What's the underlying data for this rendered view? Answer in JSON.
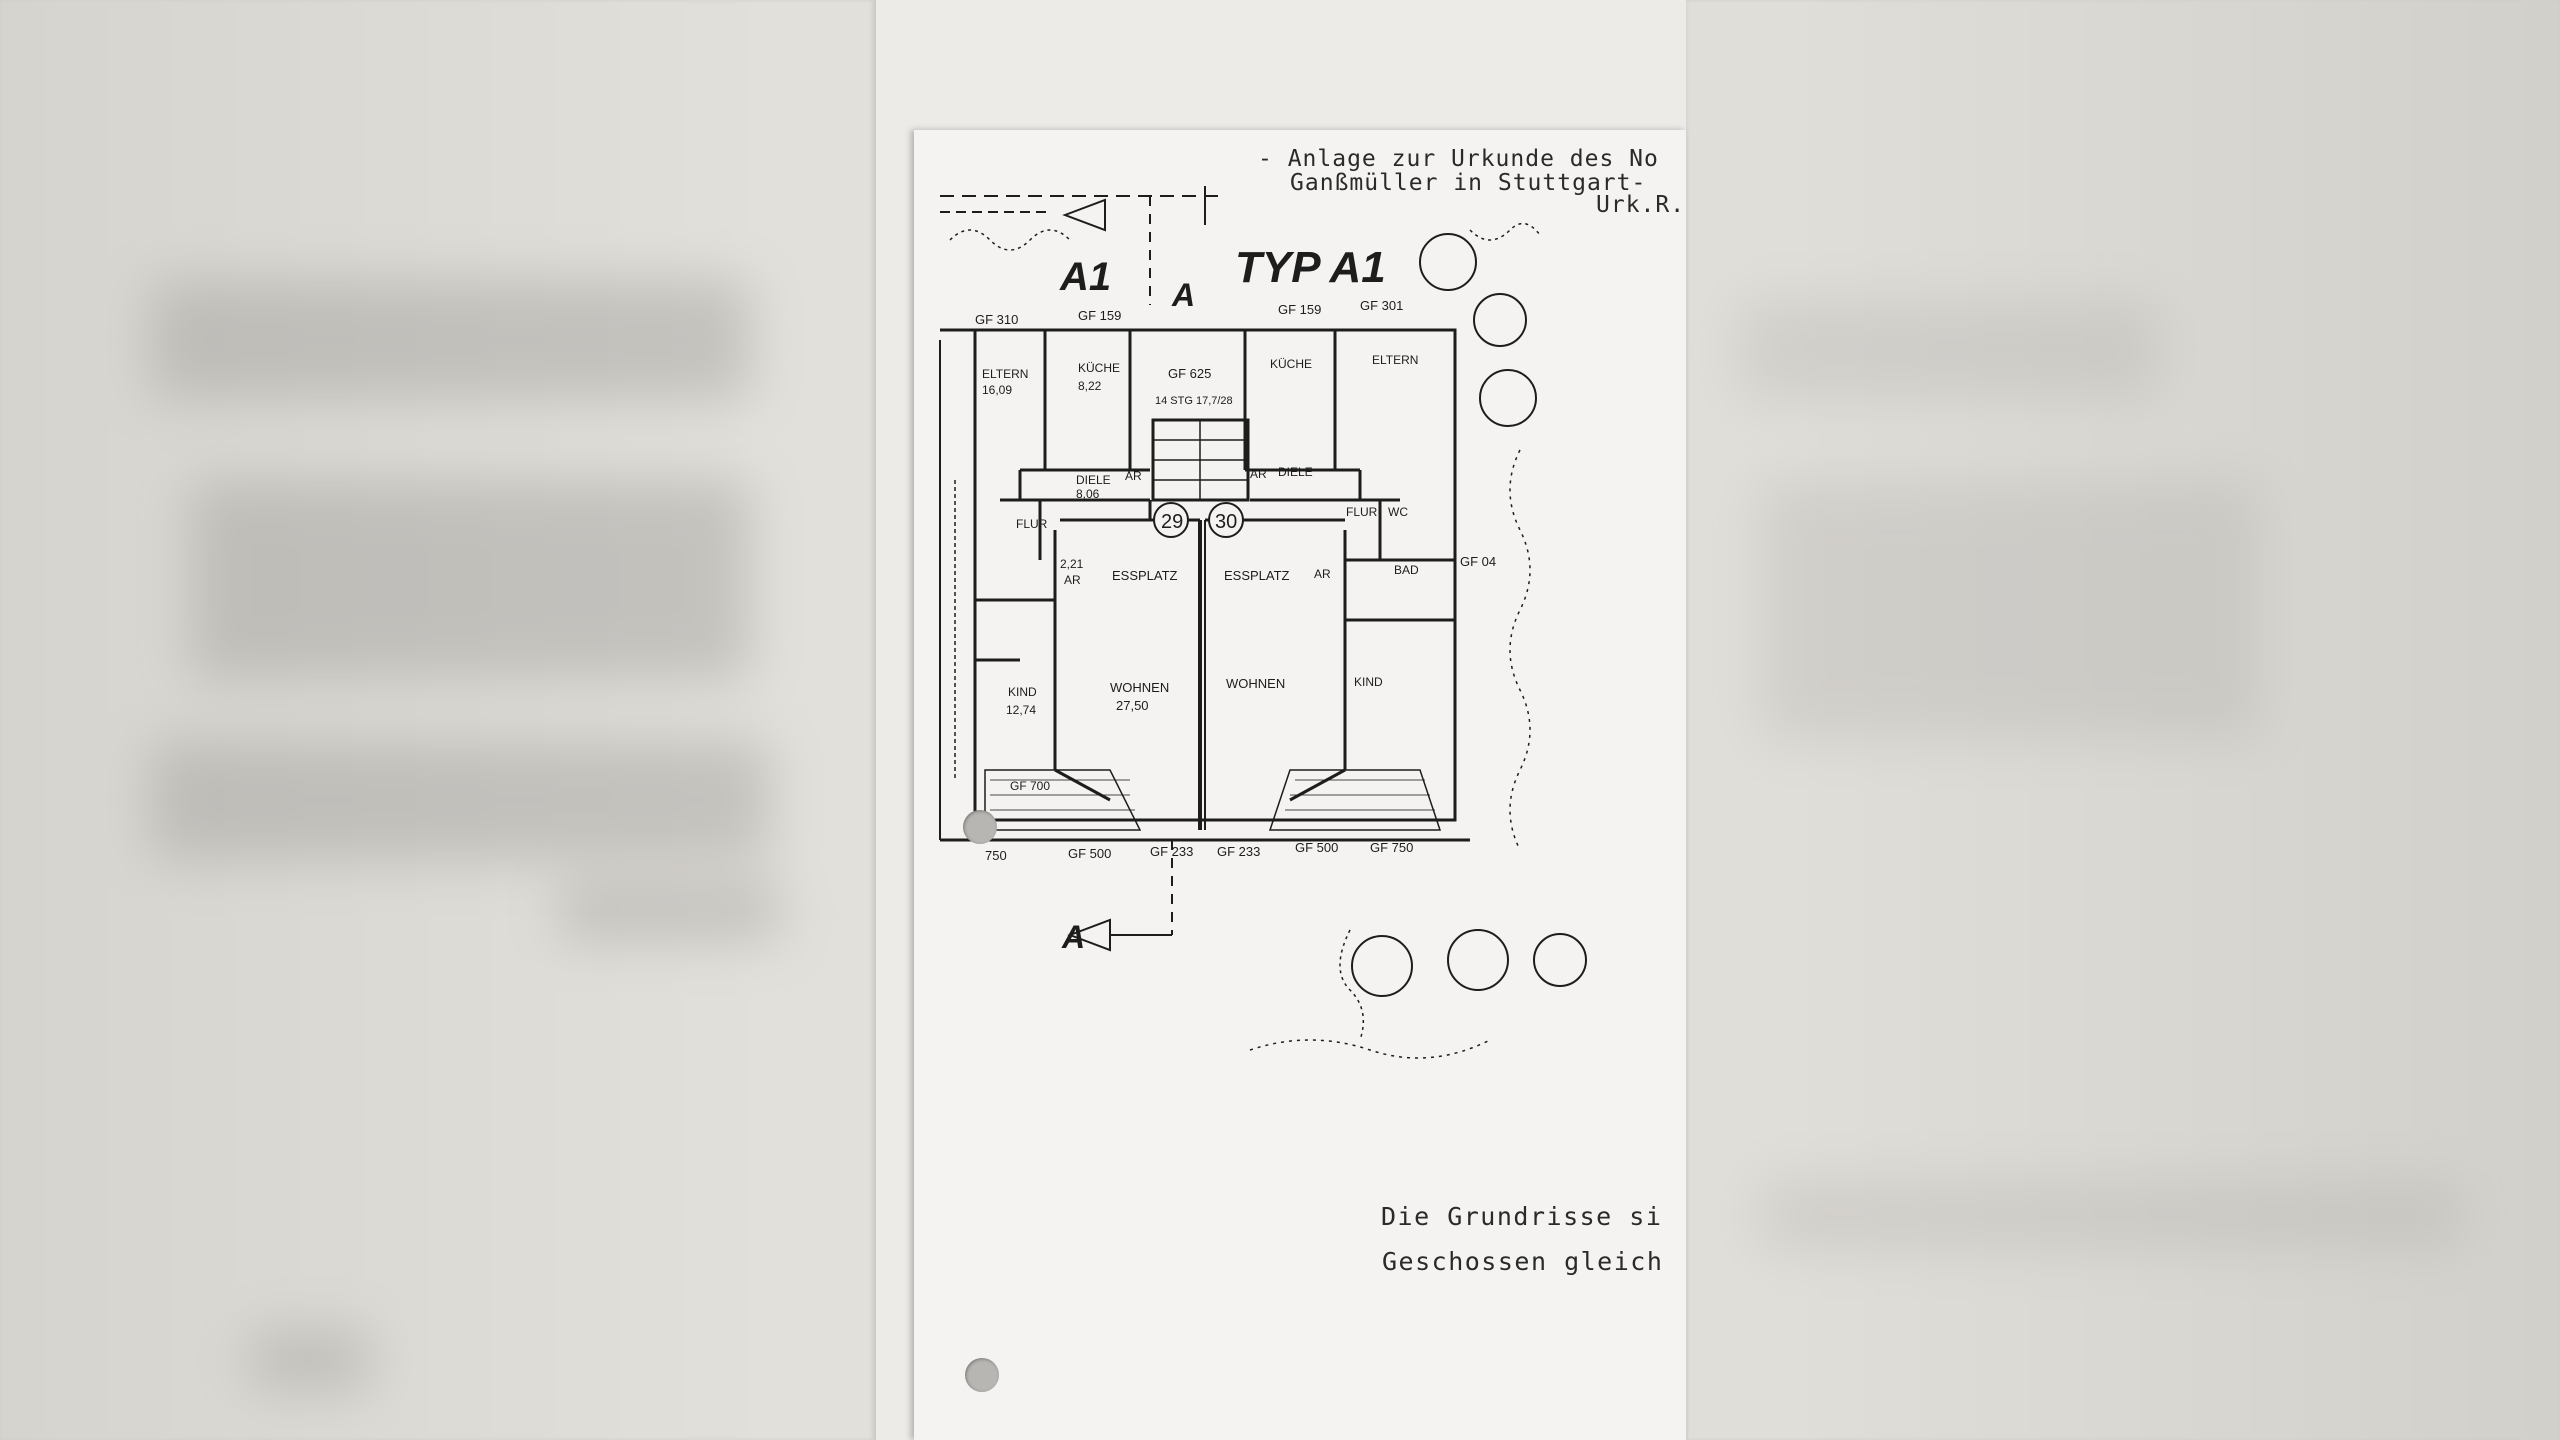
{
  "header": {
    "line1": "- Anlage zur Urkunde des No",
    "line2": "Ganßmüller in Stuttgart-",
    "line3": "Urk.R."
  },
  "plan": {
    "title": "TYP A1",
    "section_mark_left": "A1",
    "section_mark_top": "A",
    "section_mark_bottom": "A",
    "gf_labels": [
      "GF 310",
      "GF 159",
      "GF 625",
      "GF 159",
      "GF 301",
      "GF 700",
      "GF 500",
      "GF 233",
      "GF 233",
      "GF 500",
      "GF 750",
      "GF 04"
    ],
    "dim_bottom_left": "750",
    "stair_note": "14 STG 17,7/28",
    "unit_left": "29",
    "unit_right": "30",
    "rooms": {
      "eltern_left": "ELTERN",
      "eltern_left_area": "16,09",
      "kueche_left": "KÜCHE",
      "kueche_left_area": "8,22",
      "diele_left": "DIELE",
      "diele_left_area": "8,06",
      "ar_left": "AR",
      "flur_left": "FLUR",
      "ar2_left": "AR",
      "ar2_left_area": "2,21",
      "essplatz_left": "ESSPLATZ",
      "wohnen_left": "WOHNEN",
      "wohnen_left_area": "27,50",
      "kind_left": "KIND",
      "kind_left_area": "12,74",
      "kueche_right": "KÜCHE",
      "eltern_right": "ELTERN",
      "diele_right": "DIELE",
      "ar_right": "AR",
      "flur_right": "FLUR",
      "wc_right": "WC",
      "bad_right": "BAD",
      "ar2_right": "AR",
      "essplatz_right": "ESSPLATZ",
      "wohnen_right": "WOHNEN",
      "kind_right": "KIND"
    }
  },
  "caption": {
    "line1": "Die Grundrisse si",
    "line2": "Geschossen gleich"
  }
}
